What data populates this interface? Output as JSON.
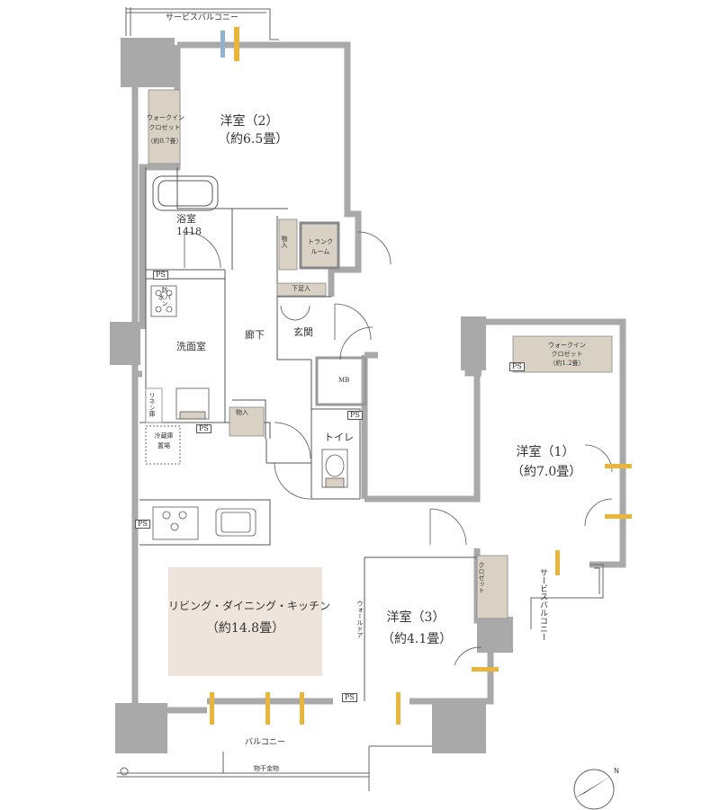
{
  "rooms": {
    "western2": {
      "name": "洋室（2）",
      "size": "（約6.5畳）"
    },
    "western1": {
      "name": "洋室（1）",
      "size": "（約7.0畳）"
    },
    "western3": {
      "name": "洋室（3）",
      "size": "（約4.1畳）"
    },
    "ldk": {
      "name": "リビング・ダイニング・キッチン",
      "size": "（約14.8畳）"
    },
    "bath": {
      "name": "浴室",
      "size": "1418"
    },
    "washroom": {
      "name": "洗面室"
    },
    "hallway": {
      "name": "廊下"
    },
    "entrance": {
      "name": "玄関"
    },
    "toilet": {
      "name": "トイレ"
    }
  },
  "storage": {
    "walkin2": {
      "line1": "ウォークイン",
      "line2": "クロゼット",
      "line3": "（約0.7畳）"
    },
    "walkin1": {
      "line1": "ウォークイン",
      "line2": "クロゼット",
      "line3": "（約1.2畳）"
    },
    "trunk": {
      "line1": "トランク",
      "line2": "ルーム"
    },
    "closet3": "クロゼット",
    "shoes": "下足入",
    "mono1": "物入",
    "mono2": "物入",
    "mb": "MB",
    "linen": "リネン庫",
    "fridge": {
      "line1": "冷蔵庫",
      "line2": "置場"
    },
    "waterproof": {
      "line1": "防",
      "line2": "水パ",
      "line3": "ン"
    },
    "walldoor": "ウォールドア"
  },
  "balconies": {
    "service_top": "サービスバルコニー",
    "service_right": "サービスバルコニー",
    "main": "バルコニー",
    "hanger": "物干金物"
  },
  "ps_label": "PS",
  "colors": {
    "wall": "#a9a9a9",
    "storage": "#d9d2c4",
    "ldk_fill": "#efe4dc",
    "window_yellow": "#e9b53a",
    "window_blue": "#8fb3cc"
  }
}
